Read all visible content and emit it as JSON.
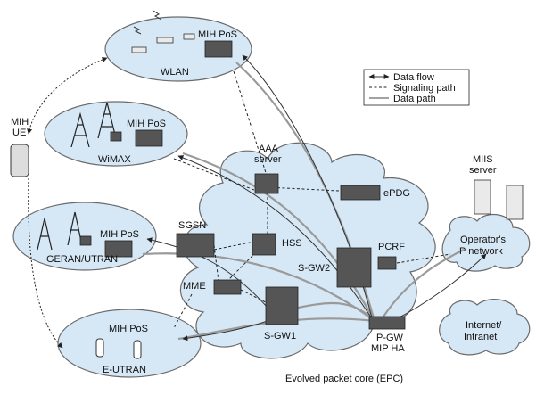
{
  "legend": {
    "data_flow": "Data flow",
    "signaling_path": "Signaling path",
    "data_path": "Data path"
  },
  "networks": {
    "wlan": "WLAN",
    "wimax": "WiMAX",
    "geran": "GERAN/UTRAN",
    "eutran": "E-UTRAN",
    "operator_ip": [
      "Operator's",
      "IP network"
    ],
    "internet": [
      "Internet/",
      "Intranet"
    ]
  },
  "pos": "MIH PoS",
  "ue": [
    "MIH",
    "UE"
  ],
  "core": {
    "aaa": [
      "AAA",
      "server"
    ],
    "epdg": "ePDG",
    "hss": "HSS",
    "sgsn": "SGSN",
    "mme": "MME",
    "sgw2": "S-GW2",
    "sgw1": "S-GW1",
    "pcrf": "PCRF",
    "pgw": [
      "P-GW",
      "MIP HA"
    ],
    "miis": [
      "MIIS",
      "server"
    ]
  },
  "epc_label": "Evolved packet core (EPC)"
}
